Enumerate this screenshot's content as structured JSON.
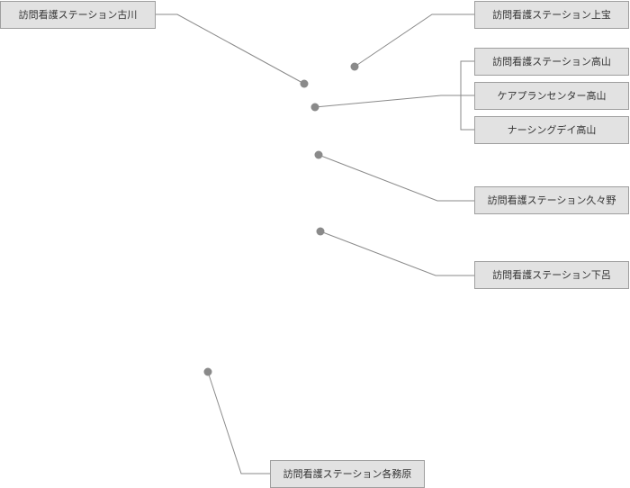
{
  "accent_color": "#8a8a8a",
  "label_background": "#e2e2e2",
  "labels": {
    "furukawa": "訪問看護ステーション古川",
    "kamitakara": "訪問看護ステーション上宝",
    "takayama_station": "訪問看護ステーション高山",
    "care_plan_takayama": "ケアプランセンター高山",
    "nursing_day_takayama": "ナーシングデイ高山",
    "kuguno": "訪問看護ステーション久々野",
    "gero": "訪問看護ステーション下呂",
    "kakamigahara": "訪問看護ステーション各務原"
  }
}
